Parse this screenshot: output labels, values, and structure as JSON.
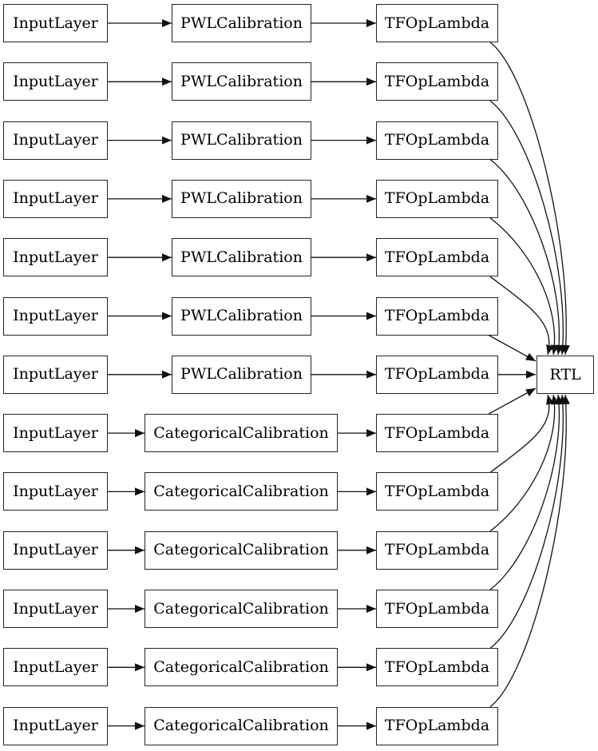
{
  "diagram": {
    "type": "keras-model-graph",
    "output_node": {
      "label": "RTL"
    },
    "rows": [
      {
        "input": "InputLayer",
        "calibration": "PWLCalibration",
        "calibration_type": "pwl",
        "lambda": "TFOpLambda"
      },
      {
        "input": "InputLayer",
        "calibration": "PWLCalibration",
        "calibration_type": "pwl",
        "lambda": "TFOpLambda"
      },
      {
        "input": "InputLayer",
        "calibration": "PWLCalibration",
        "calibration_type": "pwl",
        "lambda": "TFOpLambda"
      },
      {
        "input": "InputLayer",
        "calibration": "PWLCalibration",
        "calibration_type": "pwl",
        "lambda": "TFOpLambda"
      },
      {
        "input": "InputLayer",
        "calibration": "PWLCalibration",
        "calibration_type": "pwl",
        "lambda": "TFOpLambda"
      },
      {
        "input": "InputLayer",
        "calibration": "PWLCalibration",
        "calibration_type": "pwl",
        "lambda": "TFOpLambda"
      },
      {
        "input": "InputLayer",
        "calibration": "PWLCalibration",
        "calibration_type": "pwl",
        "lambda": "TFOpLambda"
      },
      {
        "input": "InputLayer",
        "calibration": "CategoricalCalibration",
        "calibration_type": "categorical",
        "lambda": "TFOpLambda"
      },
      {
        "input": "InputLayer",
        "calibration": "CategoricalCalibration",
        "calibration_type": "categorical",
        "lambda": "TFOpLambda"
      },
      {
        "input": "InputLayer",
        "calibration": "CategoricalCalibration",
        "calibration_type": "categorical",
        "lambda": "TFOpLambda"
      },
      {
        "input": "InputLayer",
        "calibration": "CategoricalCalibration",
        "calibration_type": "categorical",
        "lambda": "TFOpLambda"
      },
      {
        "input": "InputLayer",
        "calibration": "CategoricalCalibration",
        "calibration_type": "categorical",
        "lambda": "TFOpLambda"
      },
      {
        "input": "InputLayer",
        "calibration": "CategoricalCalibration",
        "calibration_type": "categorical",
        "lambda": "TFOpLambda"
      }
    ],
    "colors": {
      "background": "#ffffff",
      "node_fill": "#ffffff",
      "node_border": "#242424",
      "edge": "#111111",
      "text": "#000000"
    }
  }
}
